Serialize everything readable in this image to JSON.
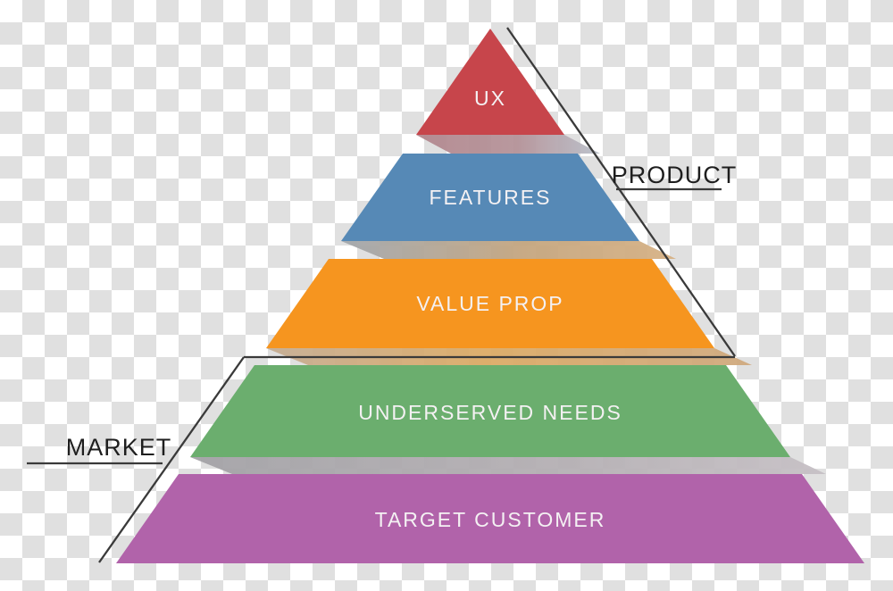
{
  "background": {
    "checker_light": "#ffffff",
    "checker_dark": "#e0e0e0"
  },
  "pyramid": {
    "text_color": "#f4f1f3",
    "layers": [
      {
        "label": "UX",
        "color": "#c7454b"
      },
      {
        "label": "FEATURES",
        "color": "#5689b6"
      },
      {
        "label": "VALUE PROP",
        "color": "#f6951f"
      },
      {
        "label": "UNDERSERVED NEEDS",
        "color": "#6bae6e"
      },
      {
        "label": "TARGET CUSTOMER",
        "color": "#b163aa"
      }
    ]
  },
  "annotations": {
    "product_label": "PRODUCT",
    "market_label": "MARKET",
    "line_color": "#3a3a3a",
    "text_color": "#1e1e1e"
  }
}
